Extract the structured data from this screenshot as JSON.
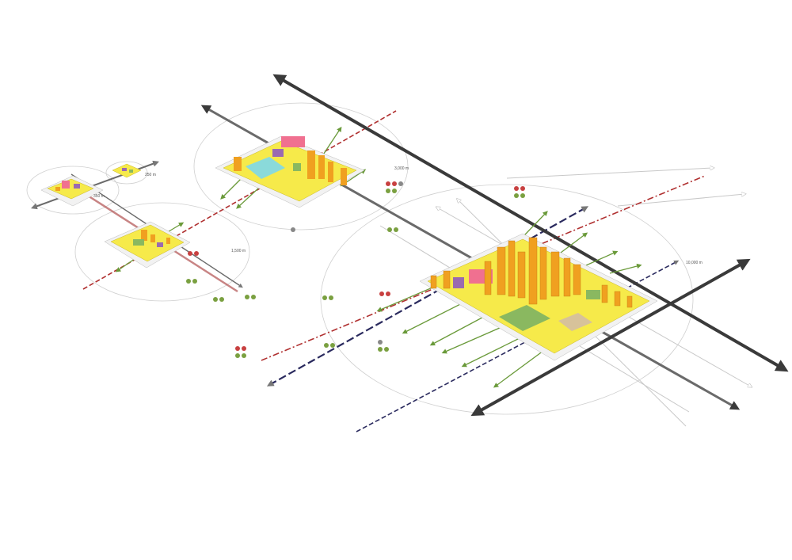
{
  "radius_labels": [
    "350 m",
    "250 m",
    "1,500 m",
    "3,000 m",
    "10,000 m"
  ],
  "colors": {
    "arrow_dark": "#3a3a3a",
    "arrow_grey": "#7a7a7a",
    "rail_red": "#b03030",
    "rail_navy": "#2a2a5e",
    "green_arrow": "#6a9a3a",
    "building_yellow": "#f6ea4a",
    "building_orange": "#f0a020",
    "building_purple": "#9a6ab0",
    "building_pink": "#f07090",
    "park_green": "#8ab860",
    "water_cyan": "#8adada",
    "ground": "#f2f2f2"
  }
}
